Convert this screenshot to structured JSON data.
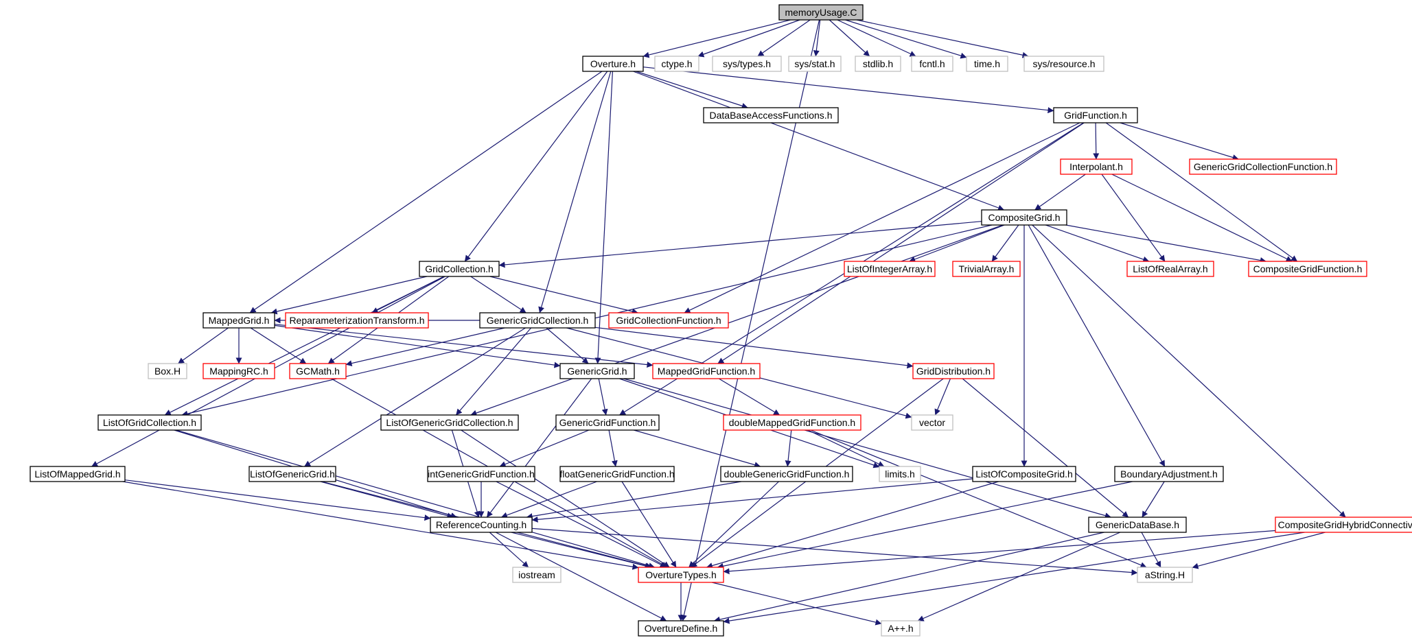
{
  "colors": {
    "edge": "#191970",
    "border_normal": "#000000",
    "border_truncated": "#ff0000",
    "border_external": "#bfbfbf",
    "root_fill": "#bfbfbf",
    "fill": "#ffffff",
    "text": "#000000"
  },
  "nodes": [
    {
      "id": "memoryUsage",
      "label": "memoryUsage.C",
      "style": "root"
    },
    {
      "id": "Overture",
      "label": "Overture.h",
      "style": "normal"
    },
    {
      "id": "ctype",
      "label": "ctype.h",
      "style": "external"
    },
    {
      "id": "systypes",
      "label": "sys/types.h",
      "style": "external"
    },
    {
      "id": "sysstat",
      "label": "sys/stat.h",
      "style": "external"
    },
    {
      "id": "stdlib",
      "label": "stdlib.h",
      "style": "external"
    },
    {
      "id": "fcntl",
      "label": "fcntl.h",
      "style": "external"
    },
    {
      "id": "time",
      "label": "time.h",
      "style": "external"
    },
    {
      "id": "sysresource",
      "label": "sys/resource.h",
      "style": "external"
    },
    {
      "id": "DataBaseAccessFunctions",
      "label": "DataBaseAccessFunctions.h",
      "style": "normal"
    },
    {
      "id": "GridFunction",
      "label": "GridFunction.h",
      "style": "normal"
    },
    {
      "id": "Interpolant",
      "label": "Interpolant.h",
      "style": "truncated"
    },
    {
      "id": "GenericGridCollectionFunction",
      "label": "GenericGridCollectionFunction.h",
      "style": "truncated"
    },
    {
      "id": "CompositeGrid",
      "label": "CompositeGrid.h",
      "style": "normal"
    },
    {
      "id": "GridCollection",
      "label": "GridCollection.h",
      "style": "normal"
    },
    {
      "id": "ListOfIntegerArray",
      "label": "ListOfIntegerArray.h",
      "style": "truncated"
    },
    {
      "id": "TrivialArray",
      "label": "TrivialArray.h",
      "style": "truncated"
    },
    {
      "id": "ListOfRealArray",
      "label": "ListOfRealArray.h",
      "style": "truncated"
    },
    {
      "id": "CompositeGridFunction",
      "label": "CompositeGridFunction.h",
      "style": "truncated"
    },
    {
      "id": "MappedGrid",
      "label": "MappedGrid.h",
      "style": "normal"
    },
    {
      "id": "ReparameterizationTransform",
      "label": "ReparameterizationTransform.h",
      "style": "truncated"
    },
    {
      "id": "GenericGridCollection",
      "label": "GenericGridCollection.h",
      "style": "normal"
    },
    {
      "id": "GridCollectionFunction",
      "label": "GridCollectionFunction.h",
      "style": "truncated"
    },
    {
      "id": "BoxH",
      "label": "Box.H",
      "style": "external"
    },
    {
      "id": "MappingRC",
      "label": "MappingRC.h",
      "style": "truncated"
    },
    {
      "id": "GCMath",
      "label": "GCMath.h",
      "style": "truncated"
    },
    {
      "id": "GenericGrid",
      "label": "GenericGrid.h",
      "style": "normal"
    },
    {
      "id": "MappedGridFunction",
      "label": "MappedGridFunction.h",
      "style": "truncated"
    },
    {
      "id": "GridDistribution",
      "label": "GridDistribution.h",
      "style": "truncated"
    },
    {
      "id": "ListOfGridCollection",
      "label": "ListOfGridCollection.h",
      "style": "normal"
    },
    {
      "id": "ListOfGenericGridCollection",
      "label": "ListOfGenericGridCollection.h",
      "style": "normal"
    },
    {
      "id": "GenericGridFunction",
      "label": "GenericGridFunction.h",
      "style": "normal"
    },
    {
      "id": "doubleMappedGridFunction",
      "label": "doubleMappedGridFunction.h",
      "style": "truncated"
    },
    {
      "id": "vector",
      "label": "vector",
      "style": "external"
    },
    {
      "id": "ListOfMappedGrid",
      "label": "ListOfMappedGrid.h",
      "style": "normal"
    },
    {
      "id": "ListOfGenericGrid",
      "label": "ListOfGenericGrid.h",
      "style": "normal"
    },
    {
      "id": "intGenericGridFunction",
      "label": "intGenericGridFunction.h",
      "style": "normal"
    },
    {
      "id": "floatGenericGridFunction",
      "label": "floatGenericGridFunction.h",
      "style": "normal"
    },
    {
      "id": "doubleGenericGridFunction",
      "label": "doubleGenericGridFunction.h",
      "style": "normal"
    },
    {
      "id": "limits",
      "label": "limits.h",
      "style": "external"
    },
    {
      "id": "ListOfCompositeGrid",
      "label": "ListOfCompositeGrid.h",
      "style": "normal"
    },
    {
      "id": "BoundaryAdjustment",
      "label": "BoundaryAdjustment.h",
      "style": "normal"
    },
    {
      "id": "ReferenceCounting",
      "label": "ReferenceCounting.h",
      "style": "normal"
    },
    {
      "id": "GenericDataBase",
      "label": "GenericDataBase.h",
      "style": "normal"
    },
    {
      "id": "CompositeGridHybridConnectivity",
      "label": "CompositeGridHybridConnectivity.h",
      "style": "truncated"
    },
    {
      "id": "iostream",
      "label": "iostream",
      "style": "external"
    },
    {
      "id": "OvertureTypes",
      "label": "OvertureTypes.h",
      "style": "truncated"
    },
    {
      "id": "aString",
      "label": "aString.H",
      "style": "external"
    },
    {
      "id": "OvertureDefine",
      "label": "OvertureDefine.h",
      "style": "normal"
    },
    {
      "id": "Appp",
      "label": "A++.h",
      "style": "external"
    }
  ],
  "edges": [
    [
      "memoryUsage",
      "Overture"
    ],
    [
      "memoryUsage",
      "ctype"
    ],
    [
      "memoryUsage",
      "systypes"
    ],
    [
      "memoryUsage",
      "sysstat"
    ],
    [
      "memoryUsage",
      "stdlib"
    ],
    [
      "memoryUsage",
      "fcntl"
    ],
    [
      "memoryUsage",
      "time"
    ],
    [
      "memoryUsage",
      "sysresource"
    ],
    [
      "memoryUsage",
      "OvertureDefine"
    ],
    [
      "Overture",
      "DataBaseAccessFunctions"
    ],
    [
      "Overture",
      "GridFunction"
    ],
    [
      "Overture",
      "CompositeGrid"
    ],
    [
      "Overture",
      "GridCollection"
    ],
    [
      "Overture",
      "MappedGrid"
    ],
    [
      "Overture",
      "GenericGridCollection"
    ],
    [
      "Overture",
      "GenericGrid"
    ],
    [
      "GridFunction",
      "Interpolant"
    ],
    [
      "GridFunction",
      "GenericGridCollectionFunction"
    ],
    [
      "GridFunction",
      "CompositeGridFunction"
    ],
    [
      "GridFunction",
      "GridCollectionFunction"
    ],
    [
      "GridFunction",
      "MappedGridFunction"
    ],
    [
      "GridFunction",
      "GenericGridFunction"
    ],
    [
      "Interpolant",
      "CompositeGrid"
    ],
    [
      "Interpolant",
      "ListOfRealArray"
    ],
    [
      "Interpolant",
      "CompositeGridFunction"
    ],
    [
      "CompositeGrid",
      "GridCollection"
    ],
    [
      "CompositeGrid",
      "ListOfIntegerArray"
    ],
    [
      "CompositeGrid",
      "TrivialArray"
    ],
    [
      "CompositeGrid",
      "ListOfRealArray"
    ],
    [
      "CompositeGrid",
      "CompositeGridFunction"
    ],
    [
      "CompositeGrid",
      "ListOfGridCollection"
    ],
    [
      "CompositeGrid",
      "ListOfGenericGridCollection"
    ],
    [
      "CompositeGrid",
      "ListOfCompositeGrid"
    ],
    [
      "CompositeGrid",
      "BoundaryAdjustment"
    ],
    [
      "CompositeGrid",
      "CompositeGridHybridConnectivity"
    ],
    [
      "GridCollection",
      "MappedGrid"
    ],
    [
      "GridCollection",
      "ReparameterizationTransform"
    ],
    [
      "GridCollection",
      "GenericGridCollection"
    ],
    [
      "GridCollection",
      "GridCollectionFunction"
    ],
    [
      "GridCollection",
      "GCMath"
    ],
    [
      "GridCollection",
      "ListOfGridCollection"
    ],
    [
      "GridCollection",
      "ListOfMappedGrid"
    ],
    [
      "MappedGrid",
      "BoxH"
    ],
    [
      "MappedGrid",
      "MappingRC"
    ],
    [
      "MappedGrid",
      "GCMath"
    ],
    [
      "MappedGrid",
      "GenericGrid"
    ],
    [
      "MappedGrid",
      "MappedGridFunction"
    ],
    [
      "GenericGridCollection",
      "GenericGrid"
    ],
    [
      "GenericGridCollection",
      "MappedGrid"
    ],
    [
      "GenericGridCollection",
      "GCMath"
    ],
    [
      "GenericGridCollection",
      "GridDistribution"
    ],
    [
      "GenericGridCollection",
      "vector"
    ],
    [
      "GenericGridCollection",
      "ListOfGenericGridCollection"
    ],
    [
      "GenericGridCollection",
      "ListOfGenericGrid"
    ],
    [
      "GenericGrid",
      "GenericGridFunction"
    ],
    [
      "GenericGrid",
      "ReferenceCounting"
    ],
    [
      "GenericGrid",
      "limits"
    ],
    [
      "GenericGrid",
      "GenericDataBase"
    ],
    [
      "MappedGridFunction",
      "doubleMappedGridFunction"
    ],
    [
      "GridDistribution",
      "vector"
    ],
    [
      "GridDistribution",
      "OvertureTypes"
    ],
    [
      "GridDistribution",
      "GenericDataBase"
    ],
    [
      "ListOfGridCollection",
      "ReferenceCounting"
    ],
    [
      "ListOfGridCollection",
      "OvertureTypes"
    ],
    [
      "ListOfGenericGridCollection",
      "ReferenceCounting"
    ],
    [
      "ListOfGenericGridCollection",
      "OvertureTypes"
    ],
    [
      "GenericGridFunction",
      "intGenericGridFunction"
    ],
    [
      "GenericGridFunction",
      "floatGenericGridFunction"
    ],
    [
      "GenericGridFunction",
      "doubleGenericGridFunction"
    ],
    [
      "doubleMappedGridFunction",
      "doubleGenericGridFunction"
    ],
    [
      "doubleMappedGridFunction",
      "limits"
    ],
    [
      "doubleMappedGridFunction",
      "aString"
    ],
    [
      "ListOfMappedGrid",
      "ReferenceCounting"
    ],
    [
      "ListOfMappedGrid",
      "OvertureTypes"
    ],
    [
      "ListOfGenericGrid",
      "ReferenceCounting"
    ],
    [
      "ListOfGenericGrid",
      "OvertureTypes"
    ],
    [
      "intGenericGridFunction",
      "ReferenceCounting"
    ],
    [
      "intGenericGridFunction",
      "OvertureTypes"
    ],
    [
      "floatGenericGridFunction",
      "ReferenceCounting"
    ],
    [
      "floatGenericGridFunction",
      "OvertureTypes"
    ],
    [
      "doubleGenericGridFunction",
      "ReferenceCounting"
    ],
    [
      "doubleGenericGridFunction",
      "OvertureTypes"
    ],
    [
      "ListOfCompositeGrid",
      "ReferenceCounting"
    ],
    [
      "ListOfCompositeGrid",
      "OvertureTypes"
    ],
    [
      "BoundaryAdjustment",
      "GenericDataBase"
    ],
    [
      "BoundaryAdjustment",
      "OvertureTypes"
    ],
    [
      "ReferenceCounting",
      "OvertureTypes"
    ],
    [
      "ReferenceCounting",
      "iostream"
    ],
    [
      "ReferenceCounting",
      "OvertureDefine"
    ],
    [
      "ReferenceCounting",
      "aString"
    ],
    [
      "GenericDataBase",
      "aString"
    ],
    [
      "GenericDataBase",
      "Appp"
    ],
    [
      "GenericDataBase",
      "OvertureDefine"
    ],
    [
      "CompositeGridHybridConnectivity",
      "OvertureTypes"
    ],
    [
      "CompositeGridHybridConnectivity",
      "aString"
    ],
    [
      "CompositeGridHybridConnectivity",
      "OvertureDefine"
    ],
    [
      "GCMath",
      "OvertureTypes"
    ],
    [
      "OvertureTypes",
      "OvertureDefine"
    ],
    [
      "OvertureTypes",
      "Appp"
    ]
  ]
}
